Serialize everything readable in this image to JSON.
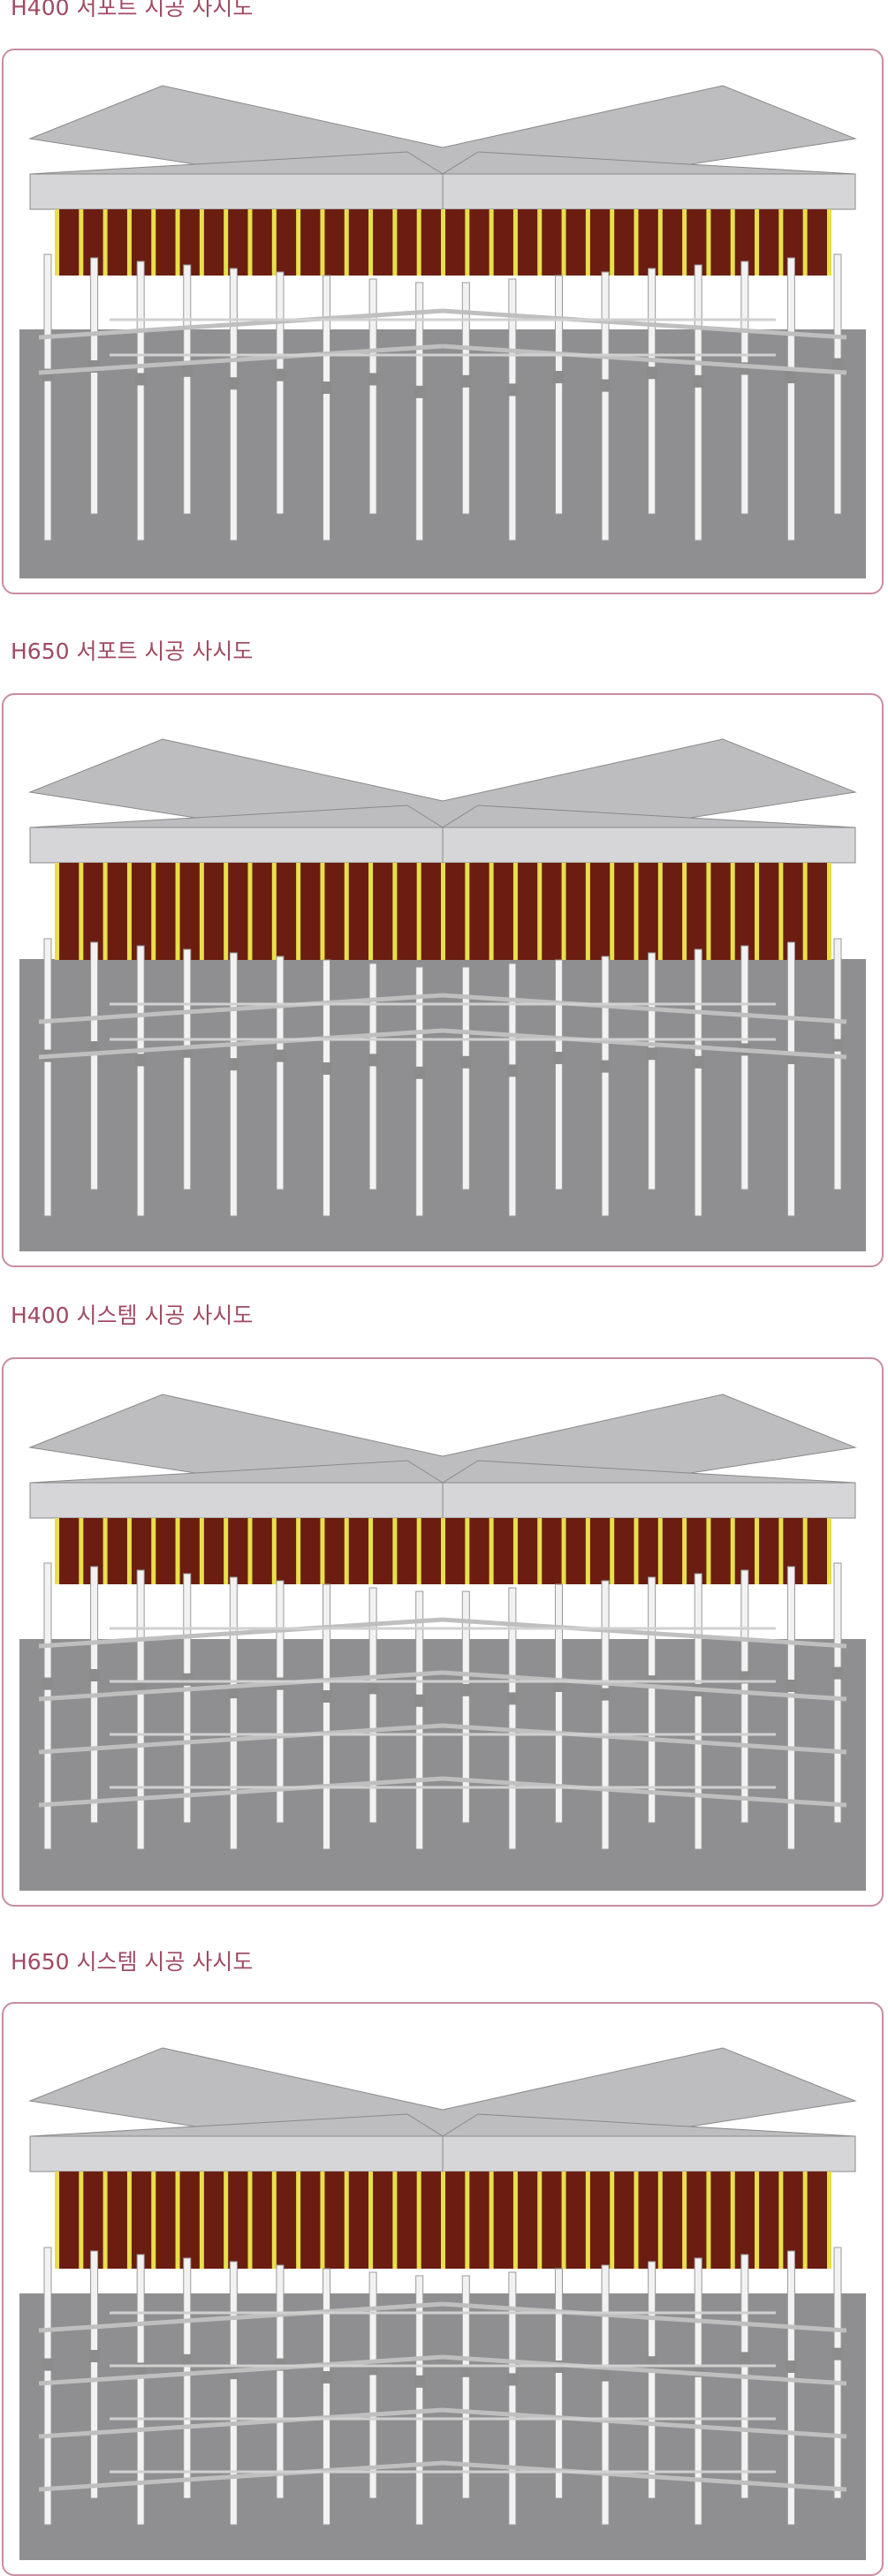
{
  "sections": [
    {
      "title": "H400 서포트 시공 사시도",
      "kind": "support",
      "variant": "H400"
    },
    {
      "title": "H650 서포트 시공 사시도",
      "kind": "support",
      "variant": "H650"
    },
    {
      "title": "H400 시스템 시공 사시도",
      "kind": "system",
      "variant": "H400"
    },
    {
      "title": "H650 시스템 시공 사시도",
      "kind": "system",
      "variant": "H650"
    }
  ],
  "colors": {
    "title": "#a04a63",
    "frame_border": "#c98d9f",
    "ground": "#8f8f91",
    "slab_top": "#bdbdbf",
    "slab_side": "#d6d6d8",
    "form_panel": "#6b1d12",
    "form_stud": "#e7e04a",
    "shore": "#f2f2f2",
    "shore_outline": "#9a9a9a"
  }
}
